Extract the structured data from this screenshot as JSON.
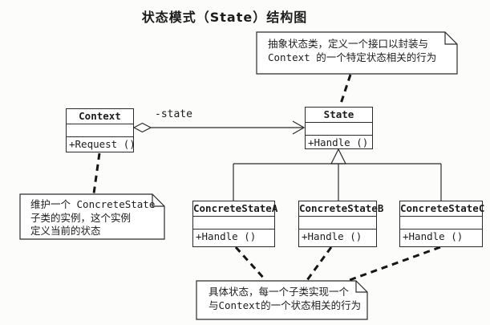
{
  "title": "状态模式（State）结构图",
  "colors": {
    "background": "#fcfcfa",
    "line": "#2b2b2b",
    "text": "#1c1c1c",
    "box_fill": "#ffffff"
  },
  "classes": {
    "context": {
      "name": "Context",
      "methods": "+Request ()"
    },
    "state": {
      "name": "State",
      "methods": "+Handle ()"
    },
    "concrete_a": {
      "name": "ConcreteStateA",
      "methods": "+Handle ()"
    },
    "concrete_b": {
      "name": "ConcreteStateB",
      "methods": "+Handle ()"
    },
    "concrete_c": {
      "name": "ConcreteStateC",
      "methods": "+Handle ()"
    }
  },
  "relations": {
    "aggregation_label": "-state"
  },
  "notes": {
    "state_note": {
      "line1": "抽象状态类，定义一个接口以封装与",
      "line2": "Context 的一个特定状态相关的行为"
    },
    "context_note": {
      "line1": "维护一个 ConcreteState",
      "line2": "子类的实例，这个实例",
      "line3": "定义当前的状态"
    },
    "concrete_note": {
      "line1": "具体状态，每一个子类实现一个",
      "line2": "与Context的一个状态相关的行为"
    }
  }
}
